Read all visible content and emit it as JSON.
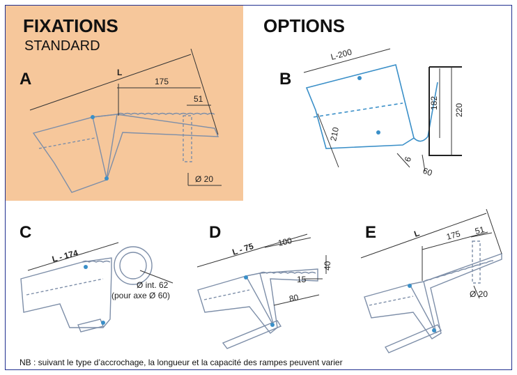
{
  "header": {
    "left_title": "FIXATIONS",
    "left_subtitle": "STANDARD",
    "right_title": "OPTIONS"
  },
  "colors": {
    "standard_bg": "#f6c79b",
    "frame": "#1f2f8f",
    "ramp_blue": "#3a8fc8",
    "drawing_gray": "#7d8ea8",
    "dim_line": "#333333"
  },
  "figures": {
    "A": {
      "letter": "A",
      "L": "L",
      "d175": "175",
      "d51": "51",
      "phi": "Ø 20"
    },
    "B": {
      "letter": "B",
      "L": "L-200",
      "d210": "210",
      "d182": "182",
      "d220": "220",
      "d6": "6",
      "d60": "60"
    },
    "C": {
      "letter": "C",
      "L": "L - 174",
      "ring": "Ø int. 62",
      "axe": "(pour axe Ø 60)"
    },
    "D": {
      "letter": "D",
      "L": "L - 75",
      "d100": "100",
      "d40": "40",
      "d15": "15",
      "d80": "80"
    },
    "E": {
      "letter": "E",
      "L": "L",
      "d175": "175",
      "d51": "51",
      "phi": "Ø 20"
    }
  },
  "note": "NB : suivant le type d’accrochage, la longueur et la capacité des rampes peuvent varier"
}
